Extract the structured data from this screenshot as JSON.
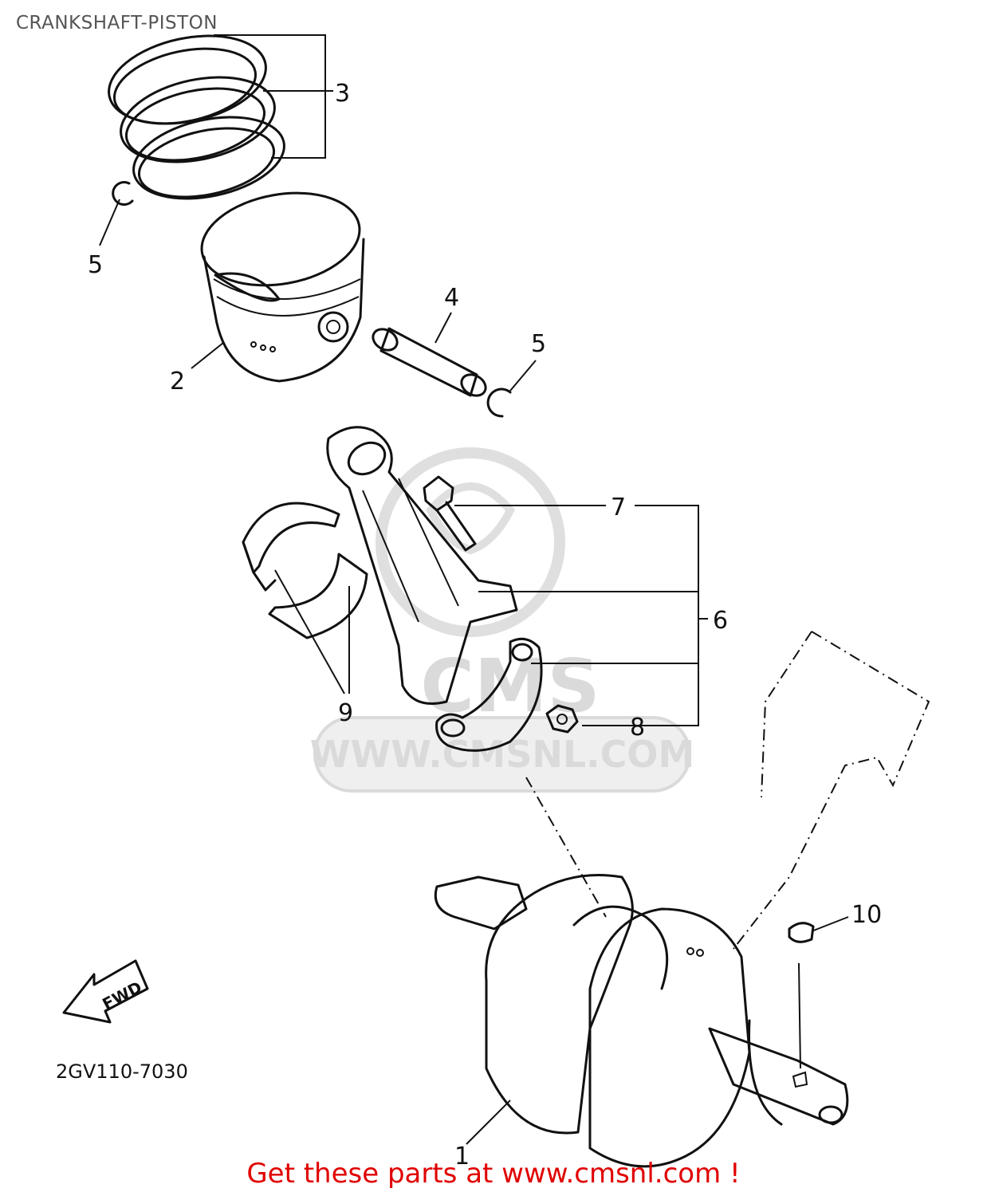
{
  "title": "CRANKSHAFT-PISTON",
  "diagram_code": "2GV110-7030",
  "direction_label": "FWD",
  "watermark": {
    "text": "WWW.CMSNL.COM",
    "logo_text": "CMS"
  },
  "footer": {
    "text": "Get these parts at www.cmsnl.com !",
    "color": "#e00000"
  },
  "callouts": [
    {
      "number": "1",
      "part": "crankshaft"
    },
    {
      "number": "2",
      "part": "piston"
    },
    {
      "number": "3",
      "part": "piston-ring-set"
    },
    {
      "number": "4",
      "part": "piston-pin"
    },
    {
      "number": "5",
      "part": "circlip"
    },
    {
      "number": "5",
      "part": "circlip"
    },
    {
      "number": "6",
      "part": "connecting-rod-assembly"
    },
    {
      "number": "7",
      "part": "connecting-rod-bolt"
    },
    {
      "number": "8",
      "part": "connecting-rod-nut"
    },
    {
      "number": "9",
      "part": "big-end-bearing"
    },
    {
      "number": "10",
      "part": "woodruff-key"
    }
  ]
}
